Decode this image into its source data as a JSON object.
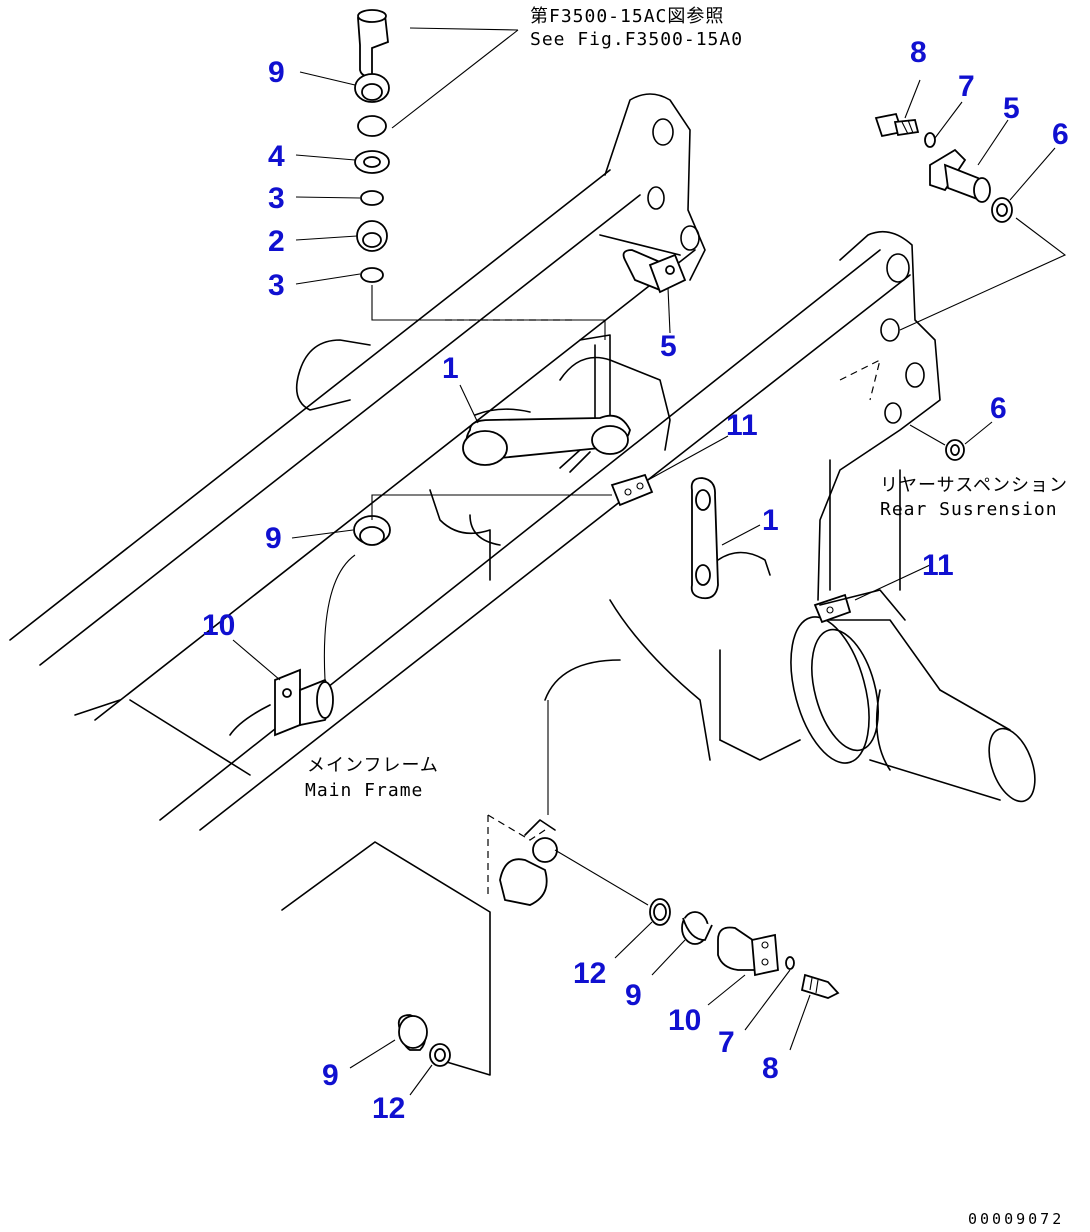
{
  "references": {
    "fig_ref_jp": "第F3500-15AC図参照",
    "fig_ref_en": "See Fig.F3500-15A0"
  },
  "callouts": {
    "rear_suspension_jp": "リヤーサスペンション",
    "rear_suspension_en": "Rear Susrension",
    "main_frame_jp": "メインフレーム",
    "main_frame_en": "Main Frame"
  },
  "part_numbers": {
    "n1a": "1",
    "n1b": "1",
    "n2": "2",
    "n3a": "3",
    "n3b": "3",
    "n4": "4",
    "n5a": "5",
    "n5b": "5",
    "n6a": "6",
    "n6b": "6",
    "n7a": "7",
    "n7b": "7",
    "n8a": "8",
    "n8b": "8",
    "n9a": "9",
    "n9b": "9",
    "n9c": "9",
    "n9d": "9",
    "n10a": "10",
    "n10b": "10",
    "n11a": "11",
    "n11b": "11",
    "n12a": "12",
    "n12b": "12"
  },
  "drawing_code": "00009072",
  "colors": {
    "callout_number": "#1010d0",
    "line": "#000000",
    "background": "#ffffff"
  }
}
